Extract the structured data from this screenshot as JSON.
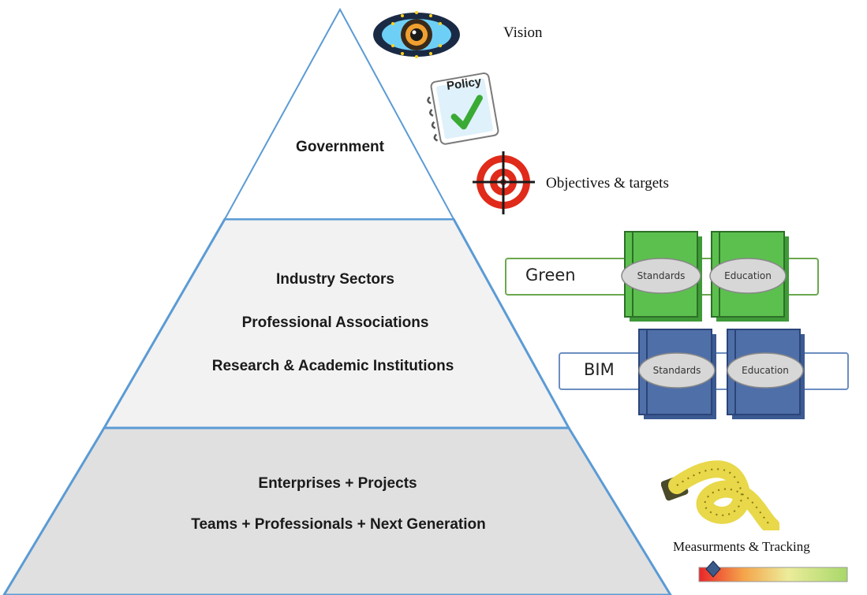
{
  "tiers": {
    "top": {
      "lines": [
        "Government"
      ]
    },
    "middle": {
      "lines": [
        "Industry Sectors",
        "Professional Associations",
        "Research & Academic Institutions"
      ]
    },
    "bottom": {
      "lines": [
        "Enterprises + Projects",
        "Teams + Professionals + Next Generation"
      ]
    }
  },
  "side": {
    "vision_label": "Vision",
    "policy_label": "Policy",
    "objectives_label": "Objectives & targets",
    "green": {
      "label": "Green",
      "books": [
        "Standards",
        "Education"
      ]
    },
    "bim": {
      "label": "BIM",
      "books": [
        "Standards",
        "Education"
      ]
    },
    "tracking_label": "Measurments & Tracking"
  },
  "colors": {
    "pyramid_line": "#5b9bd5",
    "top_fill": "#ffffff",
    "middle_fill": "#f2f2f2",
    "bottom_fill": "#e0e0e0",
    "green_book": "#5cc04e",
    "bim_book": "#4f6fa8",
    "target_red": "#e02a1a"
  }
}
